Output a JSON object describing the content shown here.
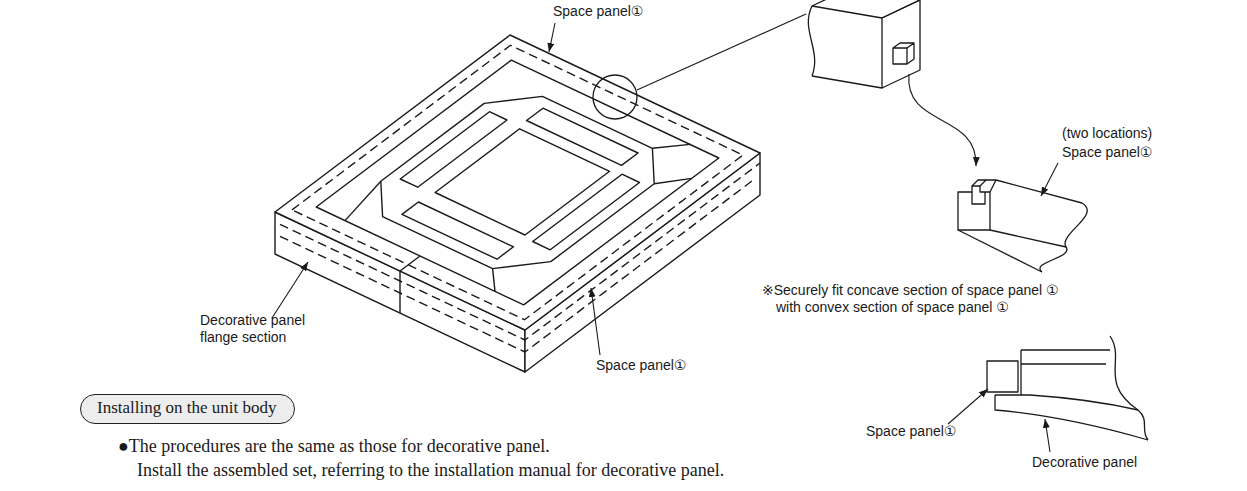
{
  "diagram": {
    "nodes": [
      {
        "text": [
          "Installing on the unit body"
        ]
      }
    ],
    "labels": [
      "Space panel①",
      "(two locations)",
      "Space panel①",
      "※Securely fit concave section of space panel ① with convex section of space panel ①",
      "Decorative panel flange section",
      "Space panel①",
      "Space panel①",
      "Decorative panel",
      "●The procedures are the same as those for decorative panel.",
      "Install the assembled set, referring to the installation manual for decorative panel."
    ]
  }
}
